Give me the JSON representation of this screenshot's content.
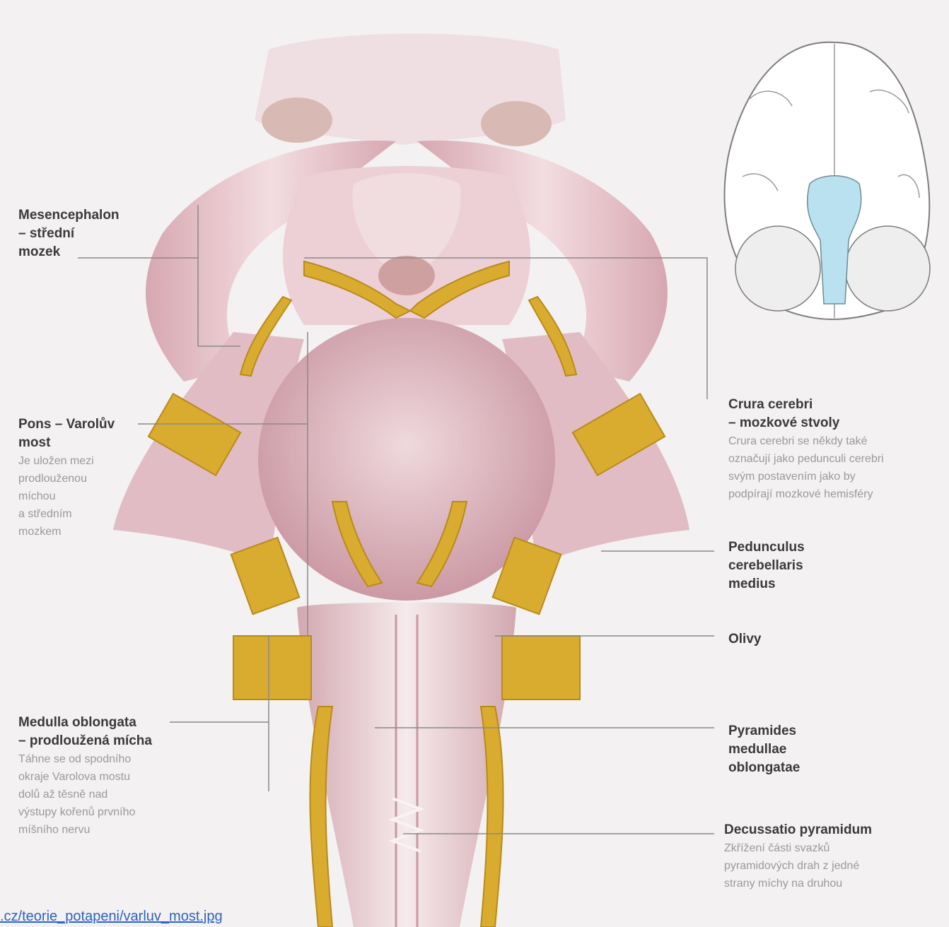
{
  "labels": {
    "mesencephalon": {
      "title": [
        "Mesencephalon",
        "– střední",
        "mozek"
      ]
    },
    "pons": {
      "title": [
        "Pons – Varolův",
        "most"
      ],
      "desc": [
        "Je uložen mezi",
        "prodlouženou",
        "míchou",
        "a středním",
        "mozkem"
      ]
    },
    "medulla": {
      "title": [
        "Medulla oblongata",
        "– prodloužená mícha"
      ],
      "desc": [
        "Táhne se od spodního",
        "okraje Varolova mostu",
        "dolů až těsně nad",
        "výstupy kořenů prvního",
        "míšního nervu"
      ]
    },
    "crura": {
      "title": [
        "Crura cerebri",
        "– mozkové stvoly"
      ],
      "desc": [
        "Crura cerebri se někdy také",
        "označují jako pedunculi cerebri",
        "svým postavením jako by",
        "podpírají mozkové hemisféry"
      ]
    },
    "pedunculus": {
      "title": [
        "Pedunculus",
        "cerebellaris",
        "medius"
      ]
    },
    "olivy": {
      "title": [
        "Olivy"
      ]
    },
    "pyramides": {
      "title": [
        "Pyramides",
        "medullae",
        "oblongatae"
      ]
    },
    "decussatio": {
      "title": [
        "Decussatio pyramidum"
      ],
      "desc": [
        "Zkřížení části svazků",
        "pyramidových drah z jedné",
        "strany míchy na druhou"
      ]
    }
  },
  "source_link": ".cz/teorie_potapeni/varluv_most.jpg",
  "colors": {
    "background": "#f3f1f1",
    "tissue": "#e9c9cf",
    "tissue_dark": "#c98f9b",
    "nerve": "#d9ac2f",
    "brain_outline": "#7d7d7d",
    "brainstem_highlight": "#b9e1ef",
    "leader_line": "#8a8a8a",
    "link": "#2e63c4"
  }
}
